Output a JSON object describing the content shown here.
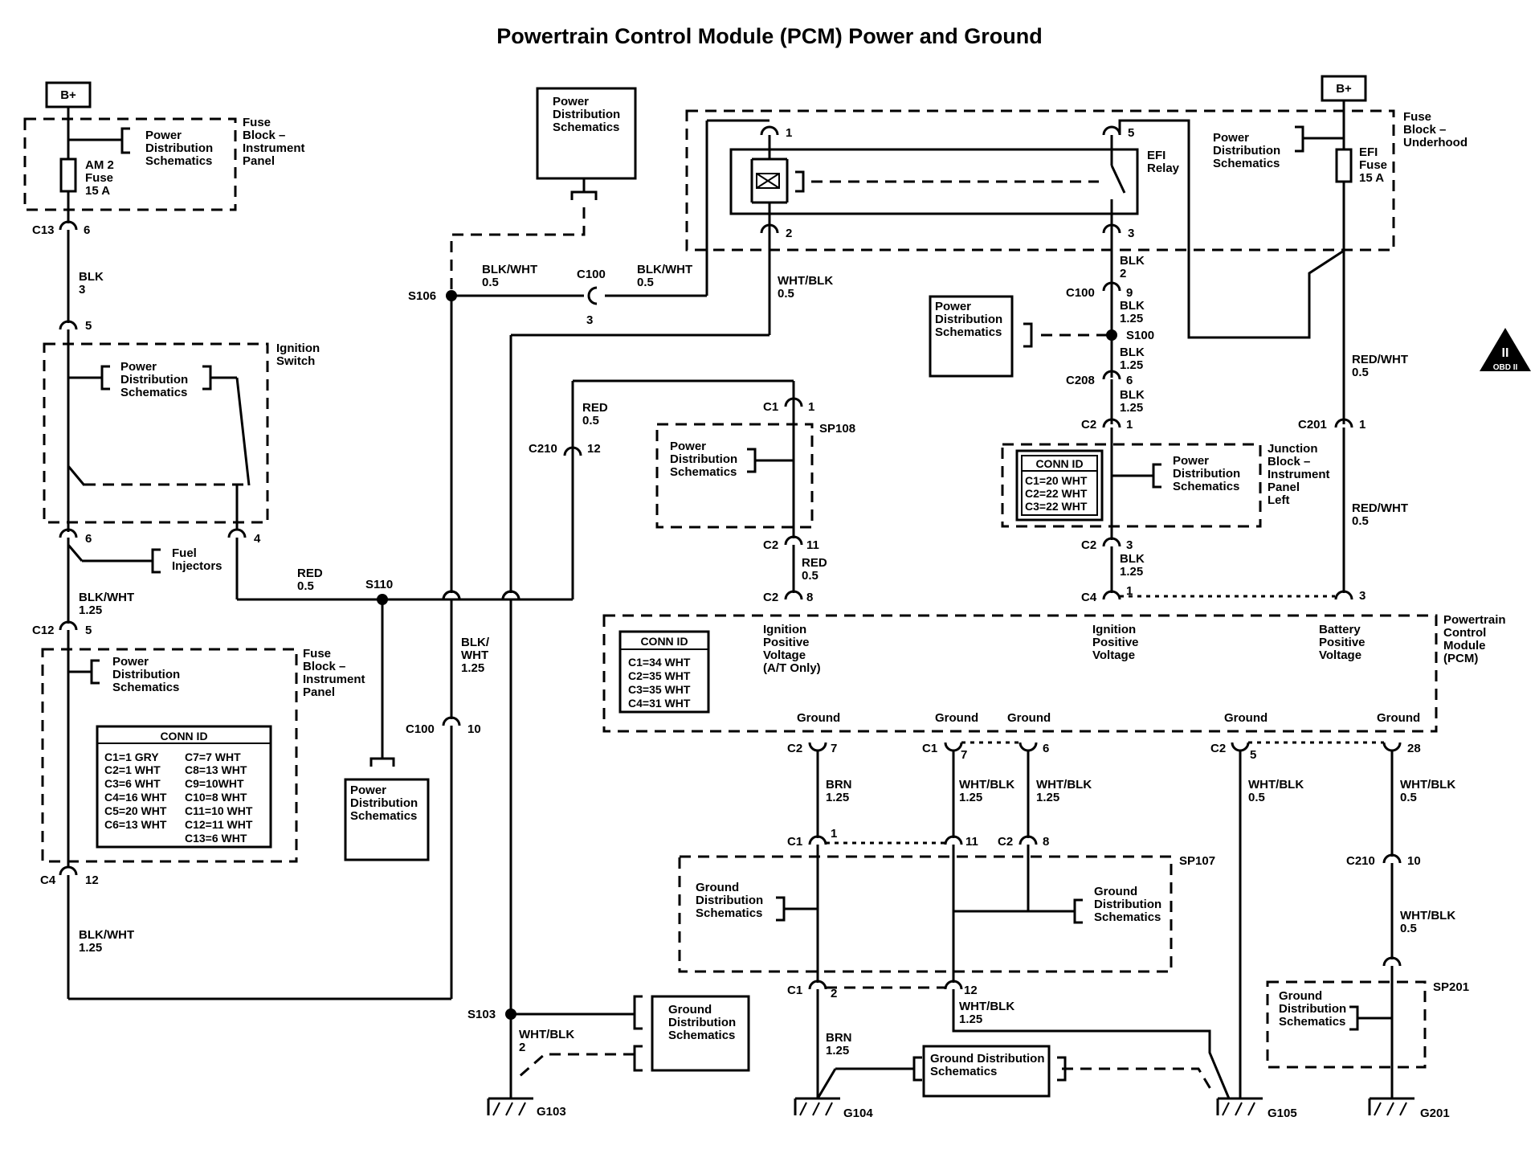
{
  "title": "Powertrain Control Module (PCM) Power and Ground",
  "labels": {
    "bplus": "B+",
    "pds": [
      "Power",
      "Distribution",
      "Schematics"
    ],
    "gds": [
      "Ground",
      "Distribution",
      "Schematics"
    ],
    "gds_wide": [
      "Ground Distribution",
      "Schematics"
    ],
    "fuse_block_ip": [
      "Fuse",
      "Block –",
      "Instrument",
      "Panel"
    ],
    "fuse_block_ip2": [
      "Fuse",
      "Block –",
      "Instrument",
      "Panel"
    ],
    "fuse_block_uh": [
      "Fuse",
      "Block –",
      "Underhood"
    ],
    "am2_fuse": [
      "AM 2",
      "Fuse",
      "15 A"
    ],
    "efi_fuse": [
      "EFI",
      "Fuse",
      "15 A"
    ],
    "efi_relay": [
      "EFI",
      "Relay"
    ],
    "ignition_switch": [
      "Ignition",
      "Switch"
    ],
    "fuel_injectors": [
      "Fuel",
      "Injectors"
    ],
    "junction_block": [
      "Junction",
      "Block –",
      "Instrument",
      "Panel",
      "Left"
    ],
    "pcm": [
      "Powertrain",
      "Control",
      "Module",
      "(PCM)"
    ],
    "pcm_ign_at": [
      "Ignition",
      "Positive",
      "Voltage",
      "(A/T Only)"
    ],
    "pcm_ign": [
      "Ignition",
      "Positive",
      "Voltage"
    ],
    "pcm_batt": [
      "Battery",
      "Positive",
      "Voltage"
    ],
    "ground": "Ground",
    "obd": "OBD II",
    "obd_mark": "II"
  },
  "conn_id": {
    "header": "CONN ID",
    "fuse_block_ip": [
      "C1=1 GRY",
      "C2=1 WHT",
      "C3=6 WHT",
      "C4=16 WHT",
      "C5=20 WHT",
      "C6=13 WHT"
    ],
    "fuse_block_ip_col2": [
      "C7=7 WHT",
      "C8=13 WHT",
      "C9=10WHT",
      "C10=8 WHT",
      "C11=10 WHT",
      "C12=11 WHT",
      "C13=6 WHT"
    ],
    "junction_block": [
      "C1=20 WHT",
      "C2=22 WHT",
      "C3=22 WHT"
    ],
    "pcm": [
      "C1=34 WHT",
      "C2=35 WHT",
      "C3=35 WHT",
      "C4=31 WHT"
    ]
  },
  "wires": {
    "blk_3": [
      "BLK",
      "3"
    ],
    "blkwht_125a": [
      "BLK/WHT",
      "1.25"
    ],
    "blkwht_125b": [
      "BLK/WHT",
      "1.25"
    ],
    "blkwht_125c": [
      "BLK/",
      "WHT",
      "1.25"
    ],
    "blkwht_05a": [
      "BLK/WHT",
      "0.5"
    ],
    "blkwht_05b": [
      "BLK/WHT",
      "0.5"
    ],
    "whtblk_05": [
      "WHT/BLK",
      "0.5"
    ],
    "red_05a": [
      "RED",
      "0.5"
    ],
    "red_05b": [
      "RED",
      "0.5"
    ],
    "red_05c": [
      "RED",
      "0.5"
    ],
    "blk_2": [
      "BLK",
      "2"
    ],
    "blk_125a": [
      "BLK",
      "1.25"
    ],
    "blk_125b": [
      "BLK",
      "1.25"
    ],
    "blk_125c": [
      "BLK",
      "1.25"
    ],
    "blk_125d": [
      "BLK",
      "1.25"
    ],
    "redwht_05a": [
      "RED/WHT",
      "0.5"
    ],
    "redwht_05b": [
      "RED/WHT",
      "0.5"
    ],
    "brn_125a": [
      "BRN",
      "1.25"
    ],
    "brn_125b": [
      "BRN",
      "1.25"
    ],
    "whtblk_125a": [
      "WHT/BLK",
      "1.25"
    ],
    "whtblk_125b": [
      "WHT/BLK",
      "1.25"
    ],
    "whtblk_125c": [
      "WHT/BLK",
      "1.25"
    ],
    "whtblk_05c": [
      "WHT/BLK",
      "0.5"
    ],
    "whtblk_05d": [
      "WHT/BLK",
      "0.5"
    ],
    "whtblk_05e": [
      "WHT/BLK",
      "0.5"
    ],
    "whtblk_2": [
      "WHT/BLK",
      "2"
    ]
  },
  "connectors": {
    "c13": "C13",
    "c13_pin": "6",
    "ign5": "5",
    "ign6": "6",
    "ign4": "4",
    "c12": "C12",
    "c12_pin": "5",
    "c4a": "C4",
    "c4a_pin": "12",
    "c100a": "C100",
    "c100a_pin": "3",
    "c100b": "C100",
    "c100b_pin": "10",
    "c100c": "C100",
    "c100c_pin": "9",
    "c210a": "C210",
    "c210a_pin": "12",
    "c210b": "C210",
    "c210b_pin": "10",
    "relay1": "1",
    "relay2": "2",
    "relay3": "3",
    "relay5": "5",
    "c1_sp108": "C1",
    "c1_sp108_pin": "1",
    "c2_11": "C2",
    "c2_11_pin": "11",
    "c2_8": "C2",
    "c2_8_pin": "8",
    "c208": "C208",
    "c208_pin": "6",
    "c2_jb1": "C2",
    "c2_jb1_pin": "1",
    "c2_jb3": "C2",
    "c2_jb3_pin": "3",
    "c4b": "C4",
    "c4b_pin": "1",
    "c201": "C201",
    "c201_pin": "1",
    "pcm_batt_pin": "3",
    "g_c2_7": "C2",
    "g_c2_7_pin": "7",
    "g_c1_7": "C1",
    "g_c1_7_pin": "7",
    "g_6": "6",
    "g_c2_5": "C2",
    "g_c2_5_pin": "5",
    "g_28": "28",
    "sp_c1_1": "C1",
    "sp_c1_1_pin": "1",
    "sp_11": "11",
    "sp_c2_8": "C2",
    "sp_c2_8_pin": "8",
    "sp_c1_2": "C1",
    "sp_c1_2_pin": "2",
    "sp_12": "12"
  },
  "splices": {
    "s106": "S106",
    "s110": "S110",
    "s100": "S100",
    "s103": "S103",
    "sp108": "SP108",
    "sp107": "SP107",
    "sp201": "SP201"
  },
  "grounds": {
    "g103": "G103",
    "g104": "G104",
    "g105": "G105",
    "g201": "G201"
  }
}
